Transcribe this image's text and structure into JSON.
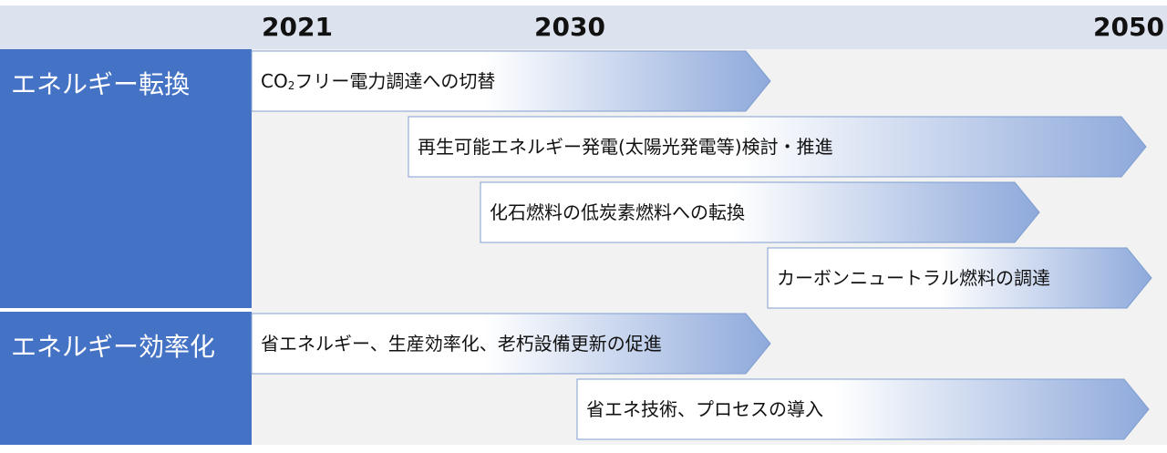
{
  "timeline": {
    "years": [
      "2021",
      "2030",
      "2050"
    ]
  },
  "categories": [
    {
      "label": "エネルギー転換"
    },
    {
      "label": "エネルギー効率化"
    }
  ],
  "arrows": [
    {
      "label_prefix": "CO",
      "label_sub": "2",
      "label": "フリー電力調達への切替"
    },
    {
      "label": "再生可能エネルギー発電(太陽光発電等)検討・推進"
    },
    {
      "label": "化石燃料の低炭素燃料への転換"
    },
    {
      "label": "カーボンニュートラル燃料の調達"
    },
    {
      "label": "省エネルギー、生産効率化、老朽設備更新の促進"
    },
    {
      "label": "省エネ技術、プロセスの導入"
    }
  ],
  "colors": {
    "category_bg": "#4472c4",
    "arrow_start": "#ffffff",
    "arrow_end": "#8ea9db",
    "header_band": "#dde3ee"
  }
}
